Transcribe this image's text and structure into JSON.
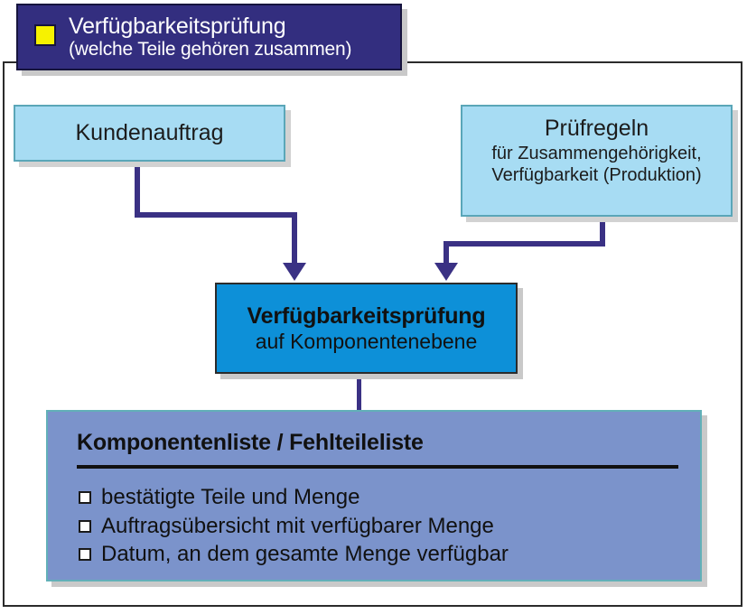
{
  "diagram": {
    "title": {
      "bullet_icon": "yellow-square-bullet",
      "line1": "Verfügbarkeitsprüfung",
      "line2": "(welche Teile gehören zusammen)"
    },
    "nodes": {
      "kundenauftrag": {
        "label": "Kundenauftrag"
      },
      "pruefregeln": {
        "label": "Prüfregeln",
        "sub_line1": "für Zusammengehörigkeit,",
        "sub_line2": "Verfügbarkeit (Produktion)"
      },
      "verfuegbarkeitspruefung": {
        "label": "Verfügbarkeitsprüfung",
        "sub": "auf Komponentenebene"
      },
      "komponentenliste": {
        "title": "Komponentenliste / Fehlteileliste",
        "items": [
          "bestätigte Teile und Menge",
          "Auftragsübersicht mit verfügbarer Menge",
          "Datum, an dem gesamte Menge verfügbar"
        ]
      }
    },
    "colors": {
      "title_banner": "#332e7f",
      "bullet": "#f7f200",
      "light_box": "#a7dcf3",
      "light_box_border": "#5aa6b8",
      "process_box": "#0d90d8",
      "result_box": "#7b93cb",
      "connector": "#3a3184",
      "frame": "#2b2b2b"
    }
  }
}
